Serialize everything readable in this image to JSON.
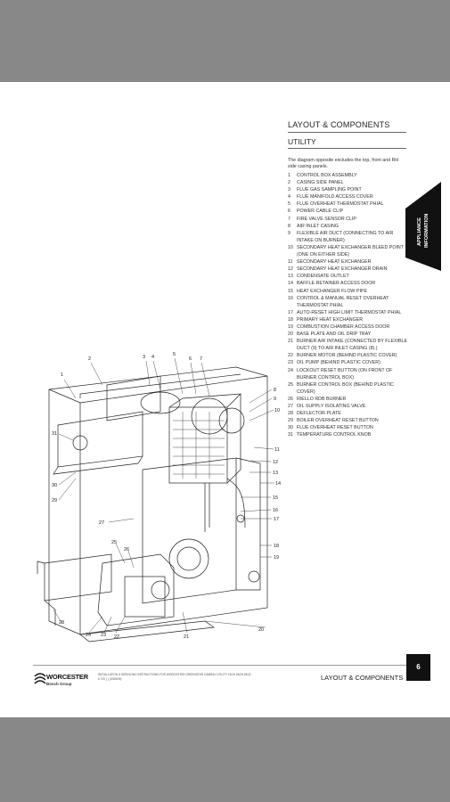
{
  "section_title": "LAYOUT & COMPONENTS",
  "subsection_title": "UTILITY",
  "intro": "The diagram opposite excludes the top, front and RH side casing panels.",
  "components": [
    {
      "num": "1",
      "label": "CONTROL BOX ASSEMBLY"
    },
    {
      "num": "2",
      "label": "CASING SIDE PANEL"
    },
    {
      "num": "3",
      "label": "FLUE GAS SAMPLING POINT"
    },
    {
      "num": "4",
      "label": "FLUE MANIFOLD ACCESS COVER"
    },
    {
      "num": "5",
      "label": "FLUE OVERHEAT THERMOSTAT PHIAL"
    },
    {
      "num": "6",
      "label": "POWER CABLE CLIP"
    },
    {
      "num": "7",
      "label": "FIRE VALVE SENSOR CLIP"
    },
    {
      "num": "8",
      "label": "AIR INLET CASING"
    },
    {
      "num": "9",
      "label": "FLEXIBLE AIR DUCT (CONNECTING TO AIR INTAKE ON BURNER)"
    },
    {
      "num": "10",
      "label": "SECONDARY HEAT EXCHANGER BLEED POINT (ONE ON EITHER SIDE)"
    },
    {
      "num": "11",
      "label": "SECONDARY HEAT EXCHANGER"
    },
    {
      "num": "12",
      "label": "SECONDARY HEAT EXCHANGER DRAIN"
    },
    {
      "num": "13",
      "label": "CONDENSATE OUTLET"
    },
    {
      "num": "14",
      "label": "BAFFLE RETAINER ACCESS DOOR"
    },
    {
      "num": "15",
      "label": "HEAT EXCHANGER FLOW PIPE"
    },
    {
      "num": "16",
      "label": "CONTROL & MANUAL RESET OVERHEAT THERMOSTAT PHIAL"
    },
    {
      "num": "17",
      "label": "AUTO-RESET HIGH LIMIT THERMOSTAT PHIAL"
    },
    {
      "num": "18",
      "label": "PRIMARY HEAT EXCHANGER"
    },
    {
      "num": "19",
      "label": "COMBUSTION CHAMBER ACCESS DOOR"
    },
    {
      "num": "20",
      "label": "BASE PLATE AND OIL DRIP TRAY"
    },
    {
      "num": "21",
      "label": "BURNER AIR INTAKE (CONNECTED BY FLEXIBLE DUCT (9) TO AIR INLET CASING (8).)"
    },
    {
      "num": "22",
      "label": "BURNER MOTOR (BEHIND PLASTIC COVER)"
    },
    {
      "num": "23",
      "label": "OIL PUMP (BEHIND PLASTIC COVER)"
    },
    {
      "num": "24",
      "label": "LOCKOUT RESET BUTTON (ON FRONT OF BURNER CONTROL BOX)"
    },
    {
      "num": "25",
      "label": "BURNER CONTROL BOX (BEHIND PLASTIC COVER)"
    },
    {
      "num": "26",
      "label": "RIELLO RDB BURNER"
    },
    {
      "num": "27",
      "label": "OIL SUPPLY ISOLATING VALVE"
    },
    {
      "num": "28",
      "label": "DEFLECTOR PLATE"
    },
    {
      "num": "29",
      "label": "BOILER OVERHEAT RESET BUTTON"
    },
    {
      "num": "30",
      "label": "FLUE OVERHEAT RESET BUTTON"
    },
    {
      "num": "31",
      "label": "TEMPERATURE CONTROL KNOB"
    }
  ],
  "side_tab": {
    "line1": "APPLIANCE",
    "line2": "INFORMATION",
    "color": "#111111"
  },
  "diagram_labels": [
    "1",
    "2",
    "3",
    "4",
    "5",
    "6",
    "7",
    "8",
    "9",
    "10",
    "11",
    "12",
    "13",
    "14",
    "15",
    "16",
    "17",
    "18",
    "19",
    "20",
    "21",
    "22",
    "23",
    "24",
    "25",
    "26",
    "27",
    "28",
    "29",
    "30",
    "31"
  ],
  "footer": {
    "brand": "WORCESTER",
    "brand_sub": "Bosch Group",
    "small_text_1": "INSTALLATION & SERVICING INSTRUCTIONS FOR WORCESTER GREENSTAR CAMRAY UTILITY 15/19 18/25 25/32",
    "small_text_2": "6 720 ( ) (2008/05)",
    "section": "LAYOUT & COMPONENTS",
    "page_number": "6"
  }
}
